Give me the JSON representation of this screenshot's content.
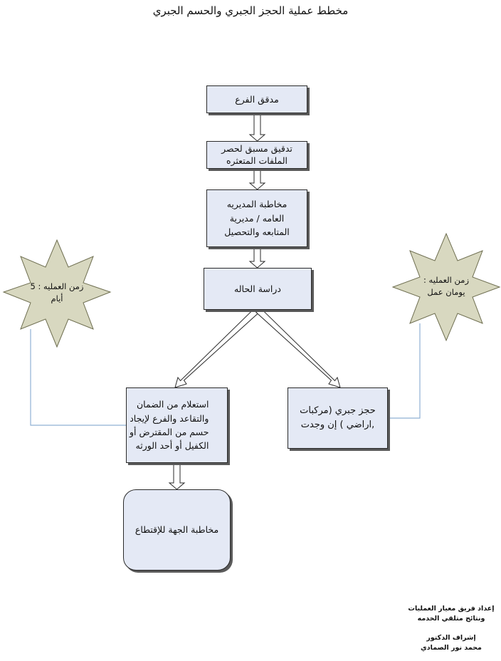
{
  "title": "مخطط عملية  الحجز الجبري والحسم الجبري",
  "nodes": {
    "branch_auditor": "مدقق الفرع",
    "pre_audit": "تدقيق مسبق لحصر\nالملفات المتعثره",
    "letter_directorate": "مخاطبة المديريه\nالعامه / مديرية\nالمتابعه والتحصيل",
    "case_study": "دراسة الحاله",
    "inquiry": "استعلام من الضمان\nوالتقاعد والفرع لإيجاد\nحسم من المقترض أو\nالكفيل أو أحد الورثه",
    "seizure": "حجز جبري (مركبات\n,اراضي ) إن وجدت",
    "letter_entity": "مخاطبة الجهة للإقتطاع"
  },
  "stars": {
    "left": "زمن العمليه : 5\nأيام",
    "right": "زمن العمليه :\nيومان عمل"
  },
  "credits": {
    "line1": "إعداد فريق معيار العمليات",
    "line2": "ونتائج متلقي الخدمه",
    "line3": "إشراف الدكتور",
    "line4": "محمد نور الصمادي"
  },
  "colors": {
    "box_fill": "#e4e9f5",
    "star_fill": "#d8d8c0",
    "connector": "#8fb0d4"
  }
}
